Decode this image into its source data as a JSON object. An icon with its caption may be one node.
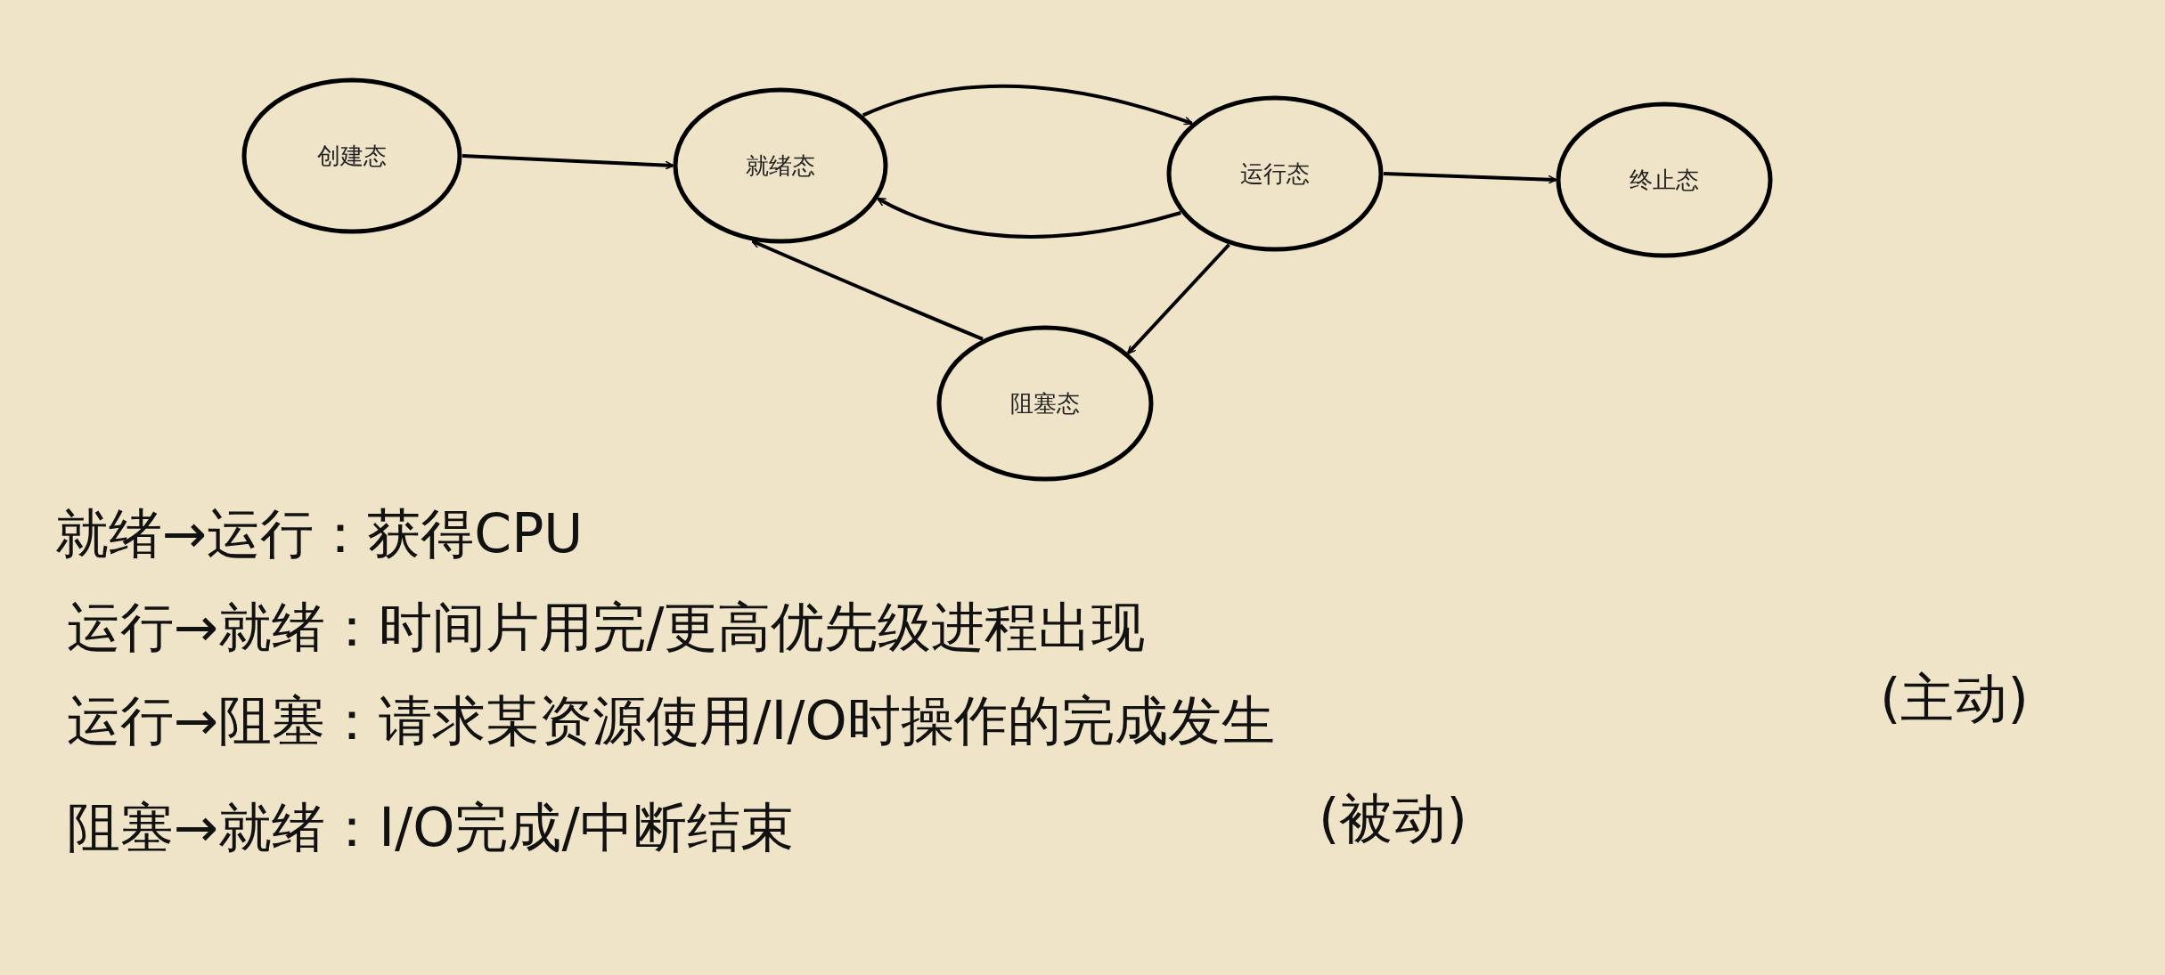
{
  "diagram": {
    "nodes": [
      {
        "text": [
          "创建态"
        ]
      },
      {
        "text": [
          "就绪态"
        ]
      },
      {
        "text": [
          "运行态"
        ]
      },
      {
        "text": [
          "终止态"
        ]
      },
      {
        "text": [
          "阻塞态"
        ]
      }
    ],
    "edges": [
      {
        "from": 0,
        "to": 1,
        "arrow": "to"
      },
      {
        "from": 1,
        "to": 2,
        "arrow": "to"
      },
      {
        "from": 2,
        "to": 1,
        "arrow": "to"
      },
      {
        "from": 2,
        "to": 3,
        "arrow": "to"
      },
      {
        "from": 2,
        "to": 4,
        "arrow": "to"
      },
      {
        "from": 4,
        "to": 1,
        "arrow": "to"
      }
    ],
    "labels": [
      "就绪→运行：获得CPU",
      "运行→就绪：时间片用完/更高优先级进程出现",
      "运行→阻塞：请求某资源使用/I/O时操作的完成发生",
      "(主动)",
      "阻塞→就绪：I/O完成/中断结束",
      "(被动)"
    ]
  }
}
